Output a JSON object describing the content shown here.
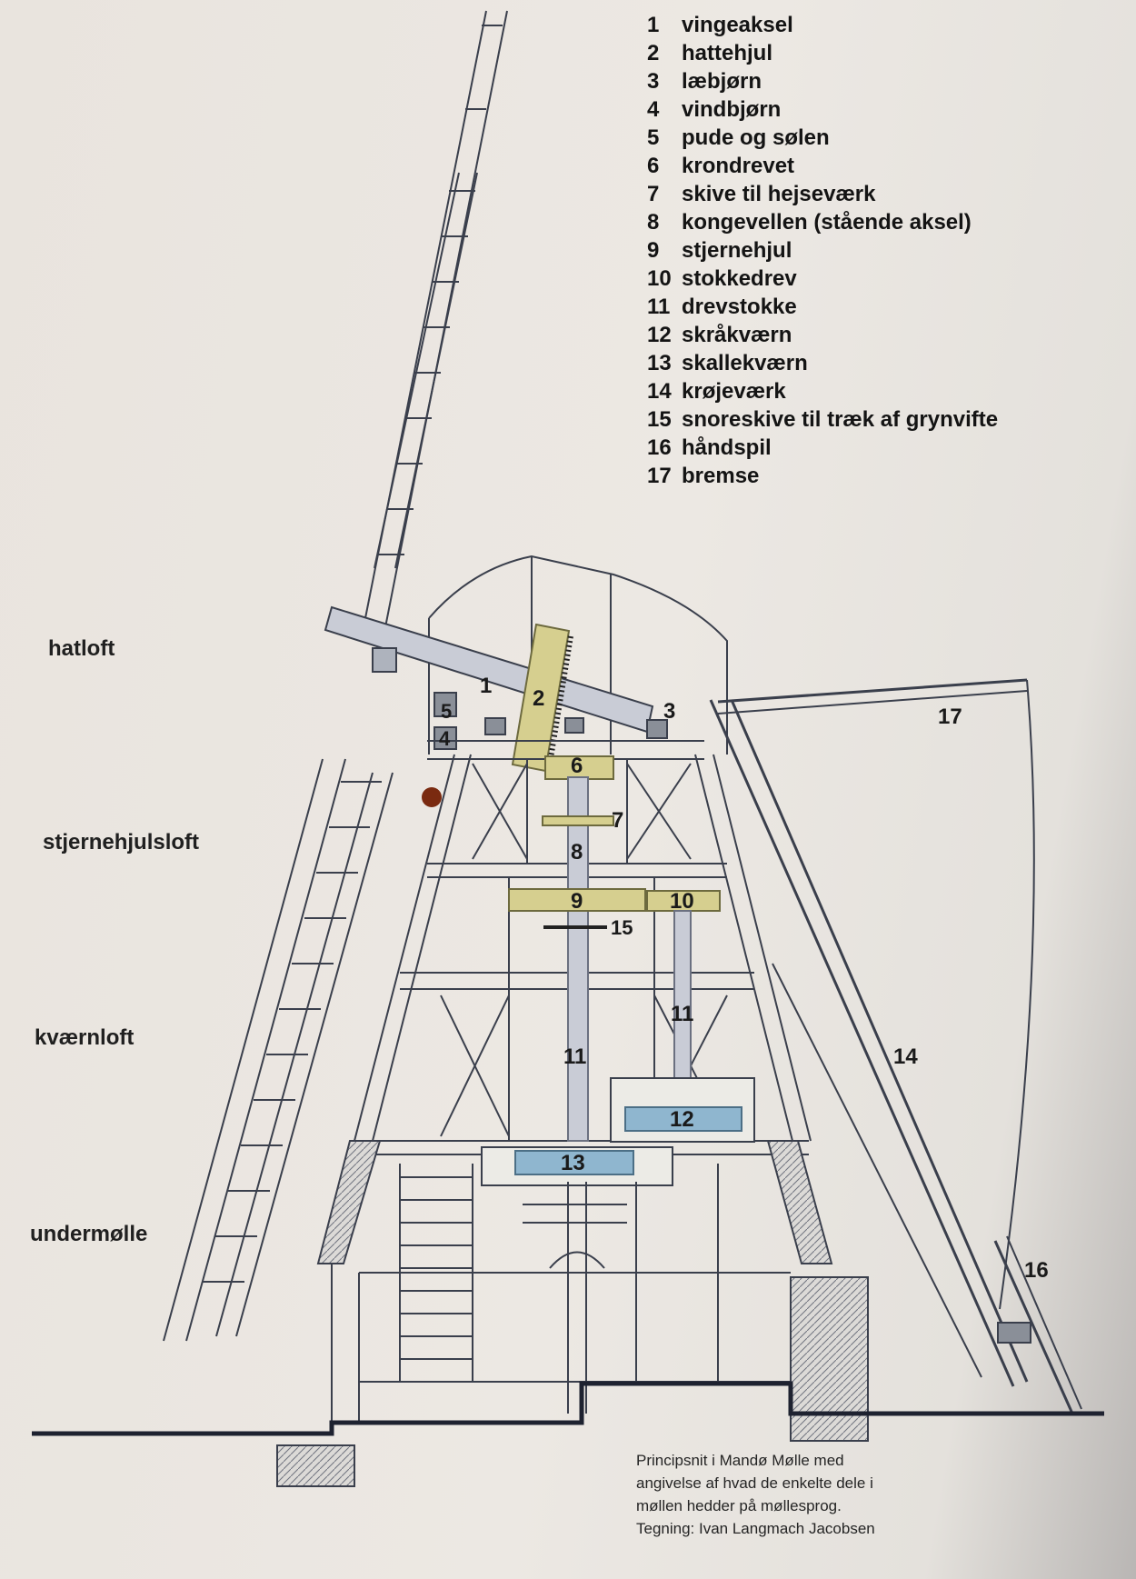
{
  "legend": [
    {
      "num": "1",
      "label": "vingeaksel"
    },
    {
      "num": "2",
      "label": "hattehjul"
    },
    {
      "num": "3",
      "label": "læbjørn"
    },
    {
      "num": "4",
      "label": "vindbjørn"
    },
    {
      "num": "5",
      "label": "pude og sølen"
    },
    {
      "num": "6",
      "label": "krondrevet"
    },
    {
      "num": "7",
      "label": "skive til hejseværk"
    },
    {
      "num": "8",
      "label": "kongevellen (stående aksel)"
    },
    {
      "num": "9",
      "label": "stjernehjul"
    },
    {
      "num": "10",
      "label": "stokkedrev"
    },
    {
      "num": "11",
      "label": "drevstokke"
    },
    {
      "num": "12",
      "label": "skråkværn"
    },
    {
      "num": "13",
      "label": "skallekværn"
    },
    {
      "num": "14",
      "label": "krøjeværk"
    },
    {
      "num": "15",
      "label": "snoreskive til træk af grynvifte"
    },
    {
      "num": "16",
      "label": "håndspil"
    },
    {
      "num": "17",
      "label": "bremse"
    }
  ],
  "floors": {
    "hatloft": "hatloft",
    "stjernehjulsloft": "stjernehjulsloft",
    "kvaernloft": "kværnloft",
    "undermolle": "undermølle"
  },
  "callouts": {
    "c1": "1",
    "c2": "2",
    "c3": "3",
    "c4": "4",
    "c5": "5",
    "c6": "6",
    "c7": "7",
    "c8": "8",
    "c9": "9",
    "c10": "10",
    "c11a": "11",
    "c11b": "11",
    "c12": "12",
    "c13": "13",
    "c14": "14",
    "c15": "15",
    "c16": "16",
    "c17": "17"
  },
  "caption": {
    "line1": "Principsnit i Mandø Mølle med",
    "line2": "angivelse af hvad de enkelte dele i",
    "line3": "møllen hedder på møllesprog.",
    "line4": "Tegning: Ivan Langmach Jacobsen"
  },
  "colors": {
    "line": "#3a3f4c",
    "gear_fill": "#d6cf8f",
    "shaft_fill": "#c9ccd6",
    "stone_fill": "#8fb6cf"
  }
}
